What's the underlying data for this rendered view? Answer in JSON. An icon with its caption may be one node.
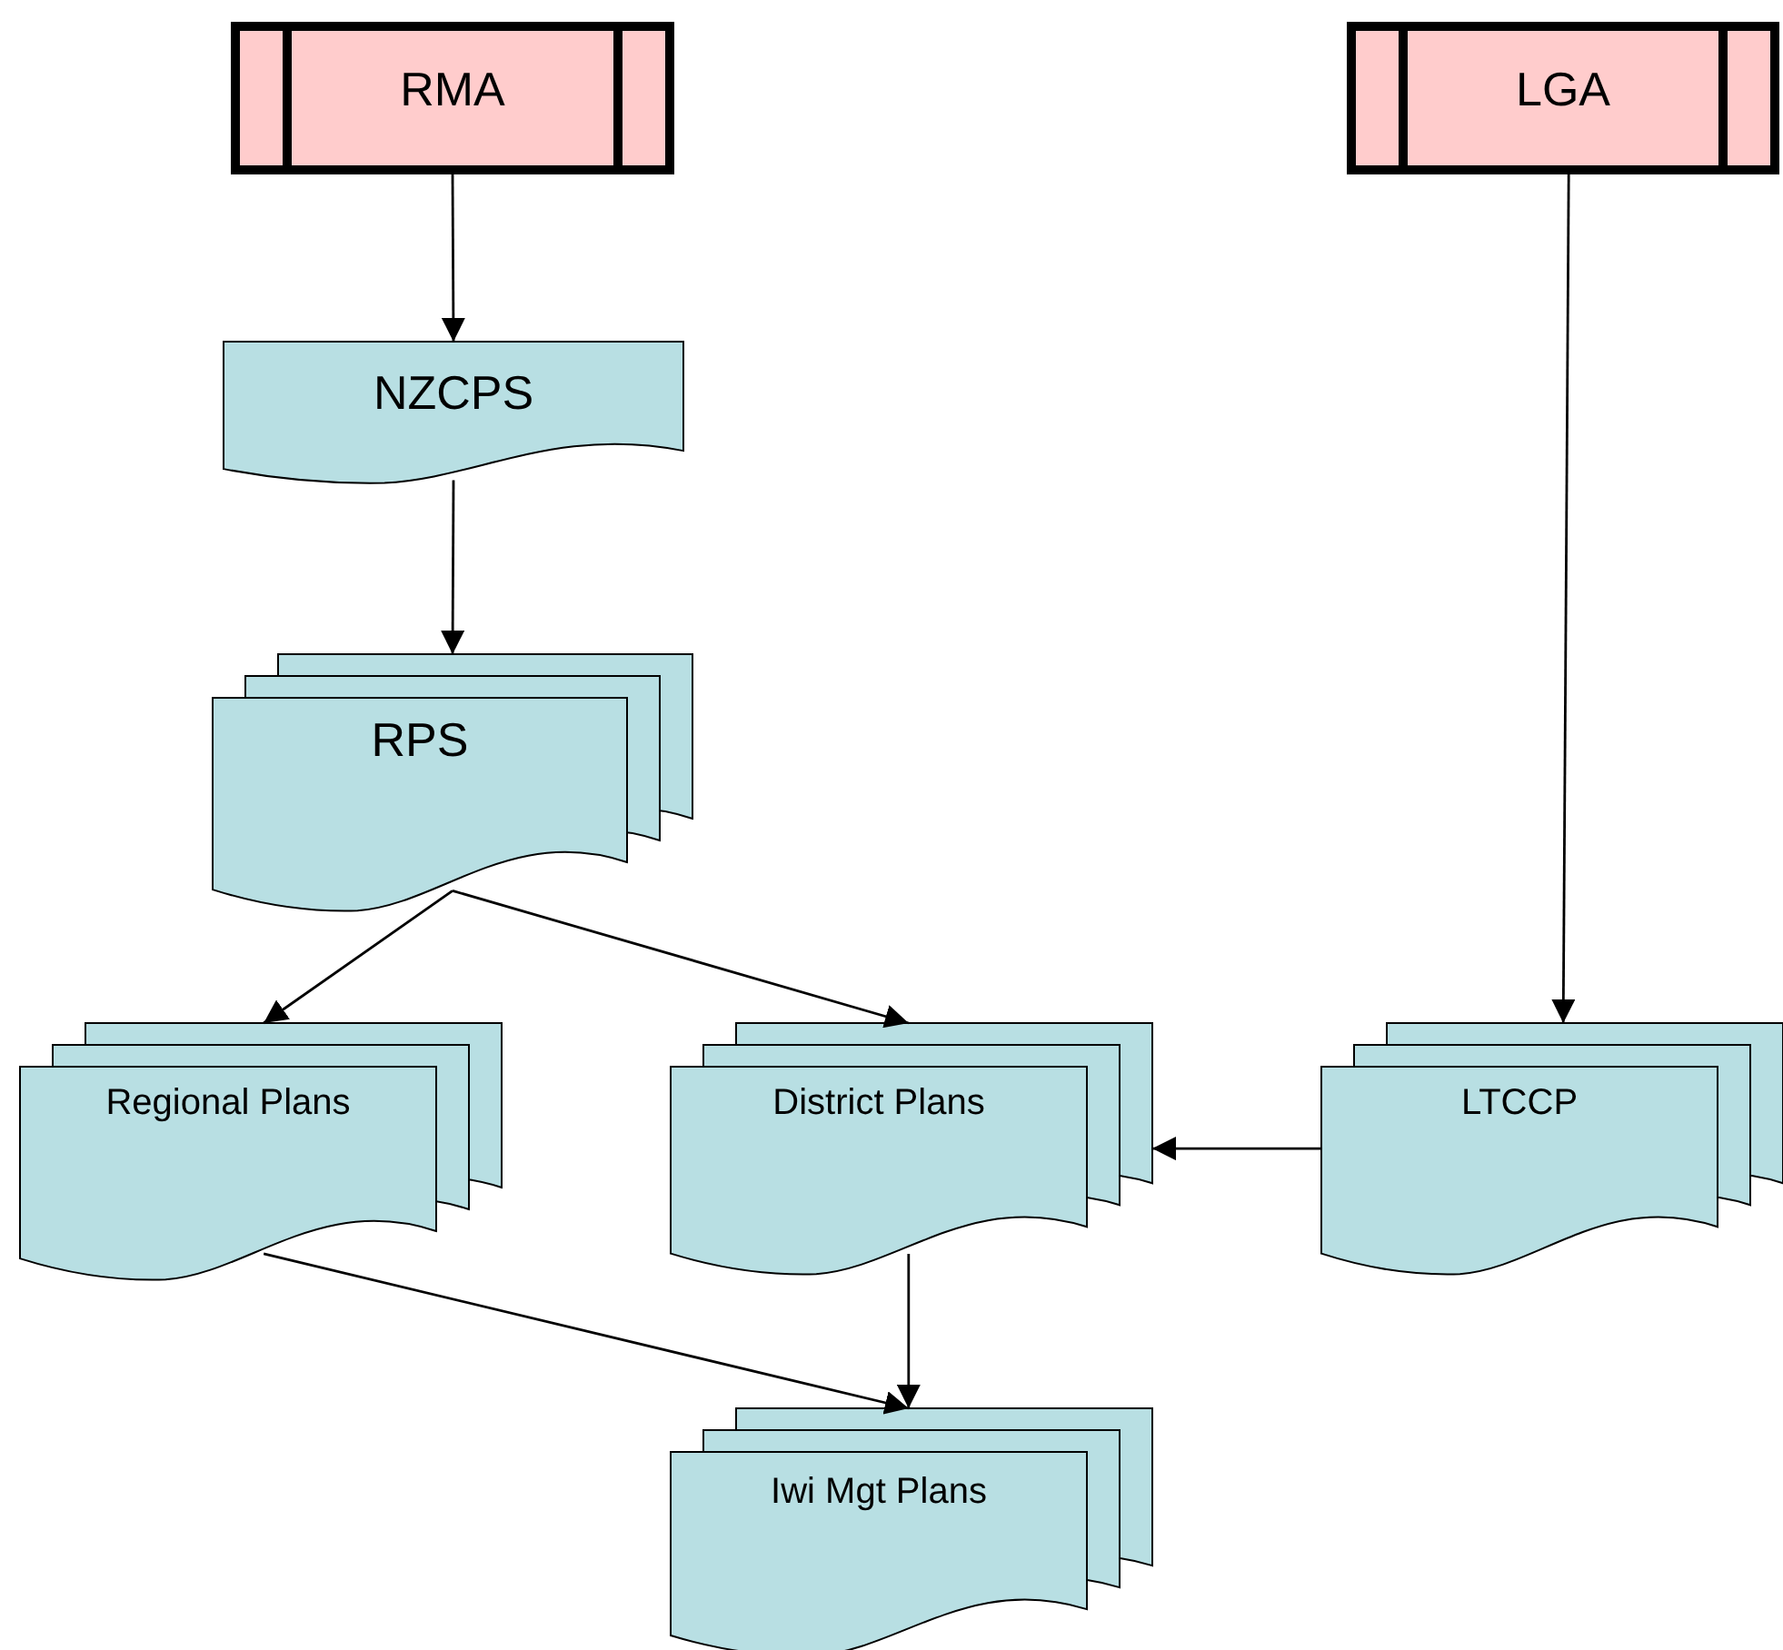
{
  "diagram": {
    "nodes": [
      {
        "text": [
          "RMA"
        ]
      },
      {
        "text": [
          "LGA"
        ]
      },
      {
        "text": [
          "NZCPS"
        ]
      },
      {
        "text": [
          "RPS"
        ]
      },
      {
        "text": [
          "Regional Plans"
        ]
      },
      {
        "text": [
          "District Plans"
        ]
      },
      {
        "text": [
          "LTCCP"
        ]
      },
      {
        "text": [
          "Iwi Mgt Plans"
        ]
      }
    ],
    "edges": [
      {
        "from": 0,
        "to": 2,
        "arrow": "to"
      },
      {
        "from": 2,
        "to": 3,
        "arrow": "to"
      },
      {
        "from": 3,
        "to": 4,
        "arrow": "to"
      },
      {
        "from": 3,
        "to": 5,
        "arrow": "to"
      },
      {
        "from": 1,
        "to": 6,
        "arrow": "to"
      },
      {
        "from": 6,
        "to": 5,
        "arrow": "to"
      },
      {
        "from": 5,
        "to": 7,
        "arrow": "to"
      },
      {
        "from": 4,
        "to": 7,
        "arrow": "to"
      }
    ]
  }
}
